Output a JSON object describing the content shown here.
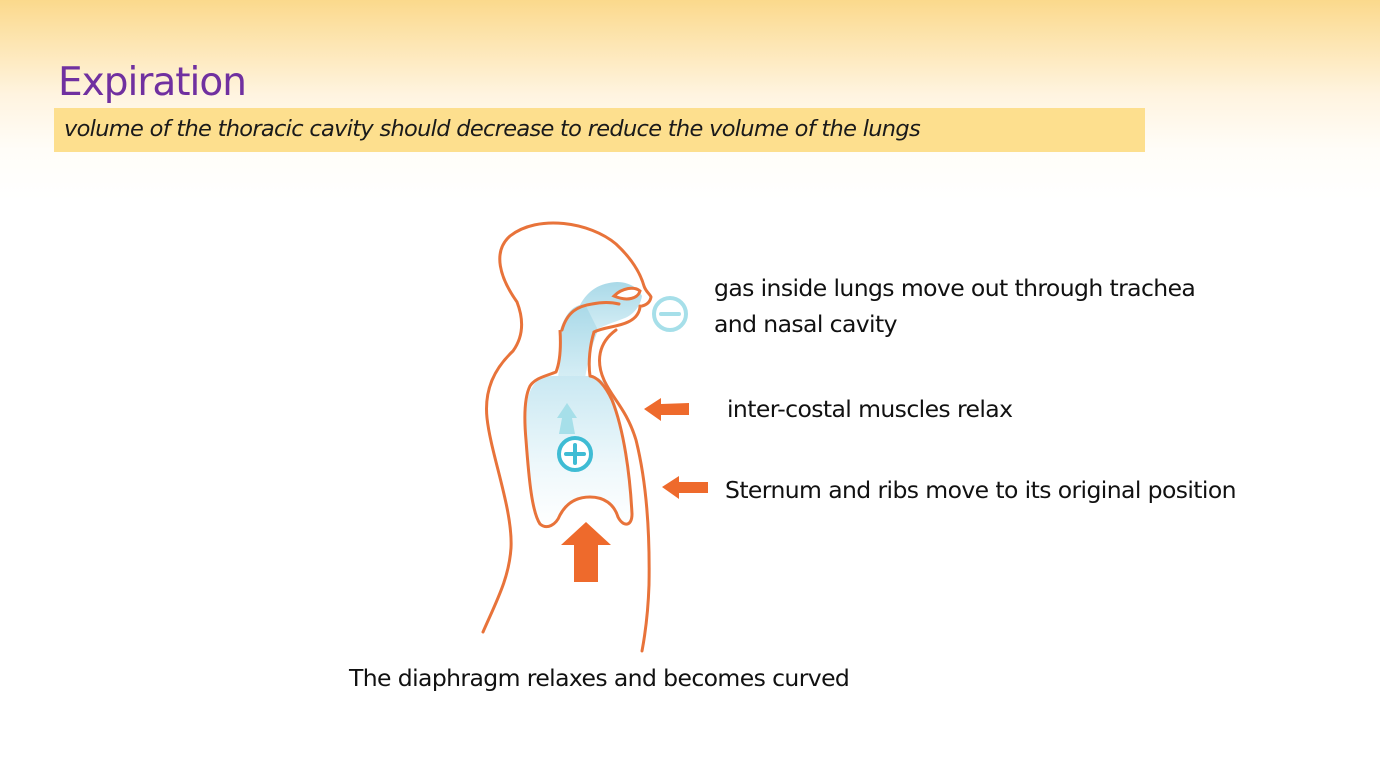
{
  "slide": {
    "title": "Expiration",
    "subtitle": "volume of the thoracic cavity should decrease to reduce the volume of the lungs"
  },
  "diagram": {
    "labels": {
      "gas_line1": "gas inside lungs move out through trachea",
      "gas_line2": "and nasal cavity",
      "intercostal": "inter-costal muscles relax",
      "sternum": "Sternum and ribs move to its original position",
      "diaphragm": "The diaphragm relaxes and becomes curved"
    },
    "colors": {
      "outline": "#e8733a",
      "arrow": "#ee6a2c",
      "airway": "#b8e1ec",
      "pressure_sign": "#3fbcd4",
      "title": "#7030a0",
      "subtitle_bar": "#fddf8e"
    },
    "icons": {
      "inside_pressure": "plus-circle-icon",
      "outside_pressure": "minus-circle-icon"
    }
  }
}
